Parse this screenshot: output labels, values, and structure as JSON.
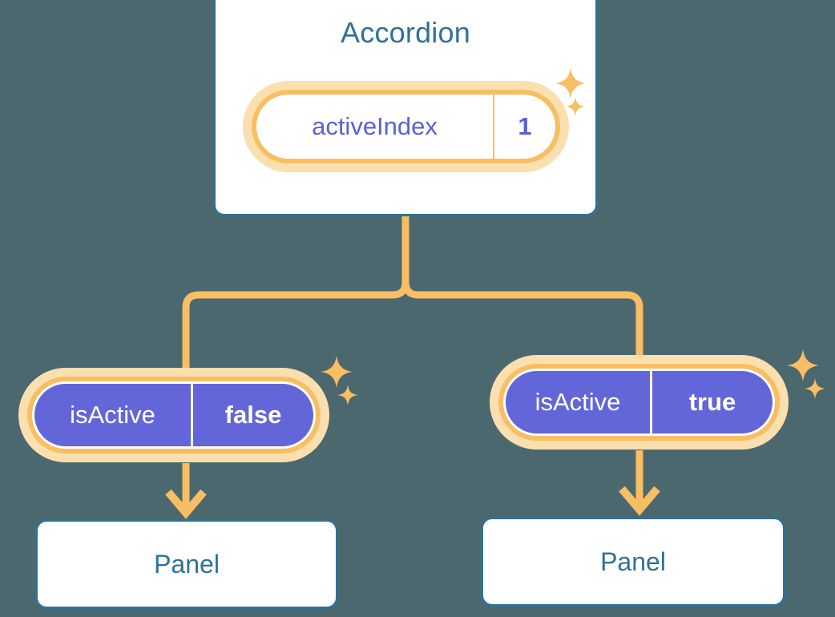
{
  "theme": {
    "background": "#4C686F",
    "accent_blue": "#2E7199",
    "accent_orange": "#F8BE63",
    "accent_orange_soft": "#FBDFAF",
    "accent_purple": "#6366D8",
    "surface": "#FFFFFF"
  },
  "root": {
    "title": "Accordion",
    "state": {
      "key": "activeIndex",
      "value": "1"
    }
  },
  "children": [
    {
      "state": {
        "key": "isActive",
        "value": "false"
      },
      "leaf": {
        "title": "Panel"
      }
    },
    {
      "state": {
        "key": "isActive",
        "value": "true"
      },
      "leaf": {
        "title": "Panel"
      }
    }
  ],
  "icons": {
    "sparkle_large": "sparkle-icon",
    "sparkle_small": "sparkle-small-icon",
    "arrow_down": "arrow-down-icon"
  }
}
